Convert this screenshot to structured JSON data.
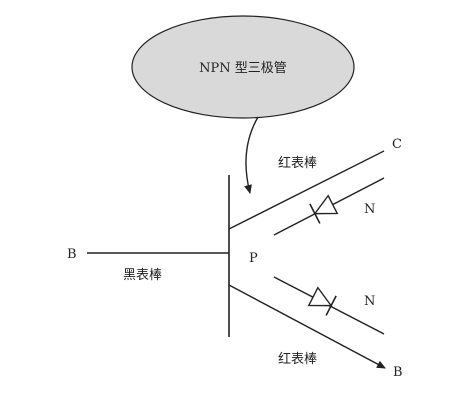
{
  "diagram": {
    "title": "NPN 型三极管",
    "labels": {
      "terminal_b_left": "B",
      "terminal_c": "C",
      "terminal_b_right": "B",
      "region_p": "P",
      "region_n_top": "N",
      "region_n_bottom": "N",
      "black_probe": "黑表棒",
      "red_probe_top": "红表棒",
      "red_probe_bottom": "红表棒"
    },
    "colors": {
      "ellipse_fill": "#d9d9d9",
      "stroke": "#222222"
    },
    "icons": [
      "diode-icon",
      "diode-icon",
      "arrow-icon"
    ]
  }
}
